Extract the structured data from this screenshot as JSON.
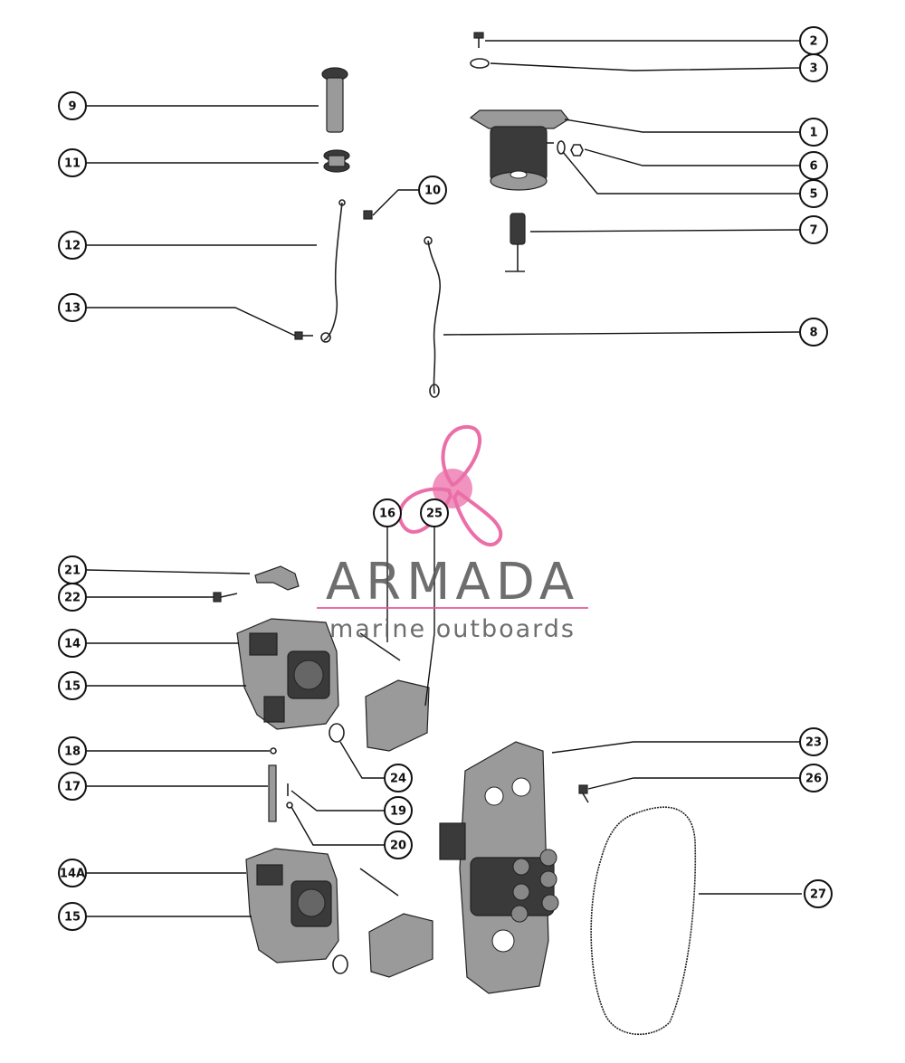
{
  "diagram": {
    "callouts": [
      "2",
      "3",
      "1",
      "6",
      "5",
      "7",
      "8",
      "9",
      "11",
      "10",
      "12",
      "13",
      "16",
      "25",
      "21",
      "22",
      "14",
      "15",
      "18",
      "17",
      "19",
      "20",
      "24",
      "23",
      "26",
      "14A",
      "15",
      "27"
    ]
  },
  "watermark": {
    "brand": "ARMADA",
    "tagline": "marine outboards",
    "accent_color": "#e8559a",
    "icon": "propeller-logo-icon"
  }
}
